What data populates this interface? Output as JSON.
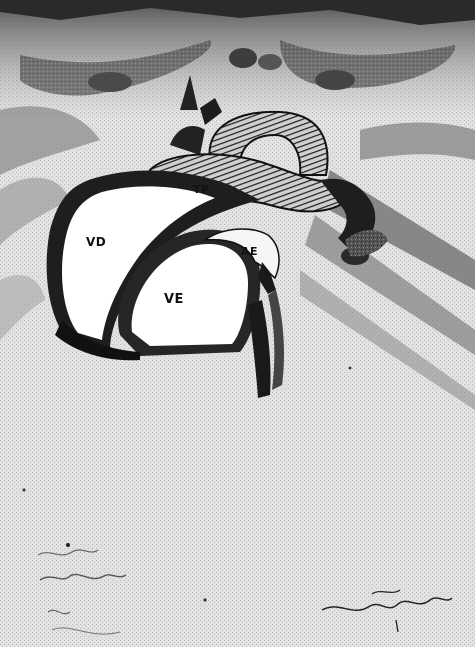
{
  "figure": {
    "labels": {
      "tp": "TP",
      "vd": "VD",
      "ae": "AE",
      "ve": "VE"
    },
    "colors": {
      "background": "#f2f2f2",
      "dark": "#1a1a1a",
      "shadow": "#6e6e6e",
      "light": "#ffffff"
    }
  }
}
